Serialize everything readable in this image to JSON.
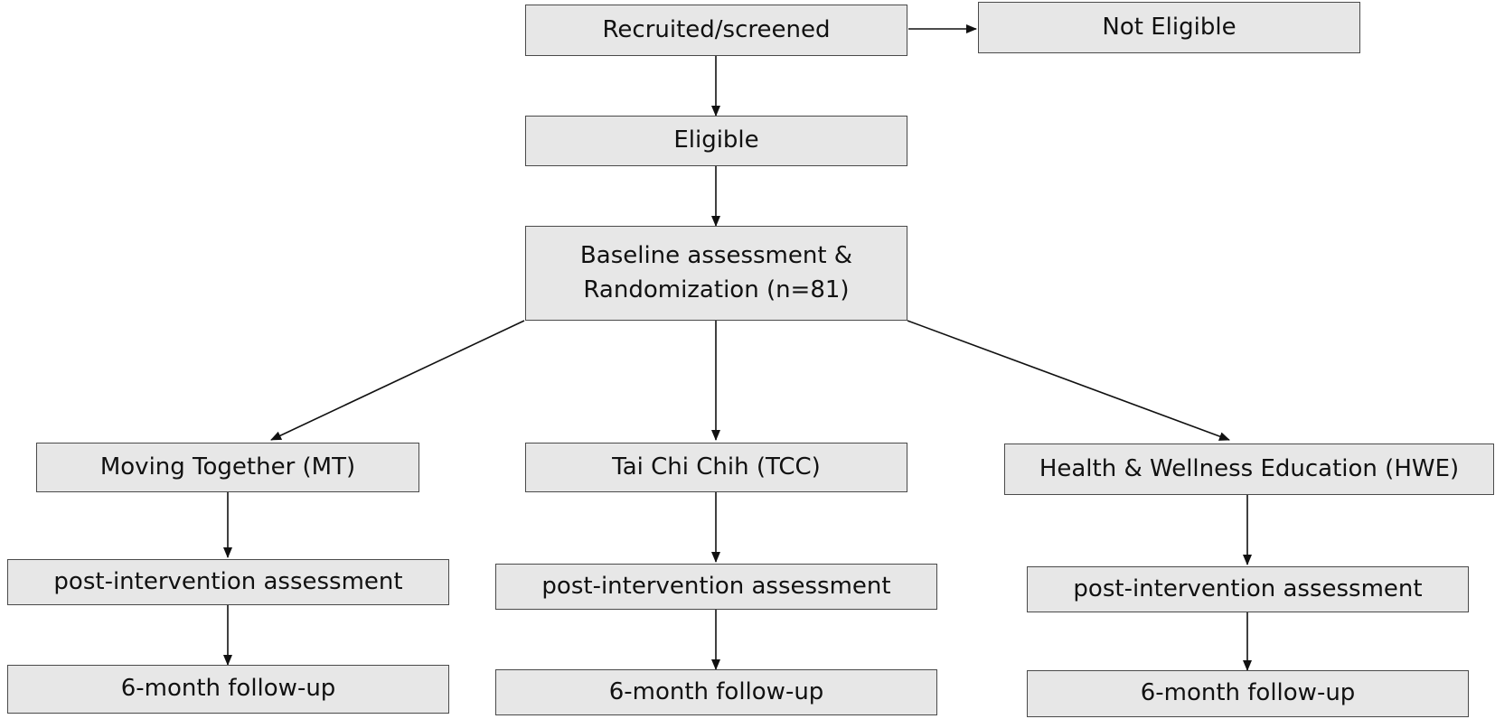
{
  "diagram": {
    "nodes": {
      "recruited": "Recruited/screened",
      "not_eligible": "Not Eligible",
      "eligible": "Eligible",
      "baseline_line1": "Baseline assessment &",
      "baseline_line2": "Randomization (n=81)",
      "mt": "Moving Together (MT)",
      "tcc": "Tai Chi Chih (TCC)",
      "hwe": "Health & Wellness Education (HWE)",
      "mt_post": "post-intervention assessment",
      "tcc_post": "post-intervention assessment",
      "hwe_post": "post-intervention assessment",
      "mt_followup": "6-month follow-up",
      "tcc_followup": "6-month follow-up",
      "hwe_followup": "6-month follow-up"
    },
    "colors": {
      "box_fill": "#e7e7e7",
      "box_border": "#4a4a4a",
      "arrow": "#111111"
    }
  }
}
